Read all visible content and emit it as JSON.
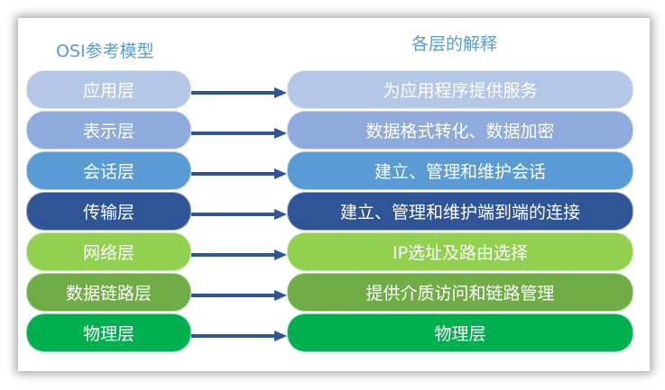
{
  "left_title": "OSI参考模型",
  "right_title": "各层的解释",
  "arrow_color": "#2f5597",
  "layers": [
    {
      "name": "应用层",
      "desc": "为应用程序提供服务",
      "color": "#b4c7e7"
    },
    {
      "name": "表示层",
      "desc": "数据格式转化、数据加密",
      "color": "#8faadc"
    },
    {
      "name": "会话层",
      "desc": "建立、管理和维护会话",
      "color": "#5b9bd5"
    },
    {
      "name": "传输层",
      "desc": "建立、管理和维护端到端的连接",
      "color": "#2f5597"
    },
    {
      "name": "网络层",
      "desc": "IP选址及路由选择",
      "color": "#92d050"
    },
    {
      "name": "数据链路层",
      "desc": "提供介质访问和链路管理",
      "color": "#70ad47"
    },
    {
      "name": "物理层",
      "desc": "物理层",
      "color": "#00b050"
    }
  ]
}
